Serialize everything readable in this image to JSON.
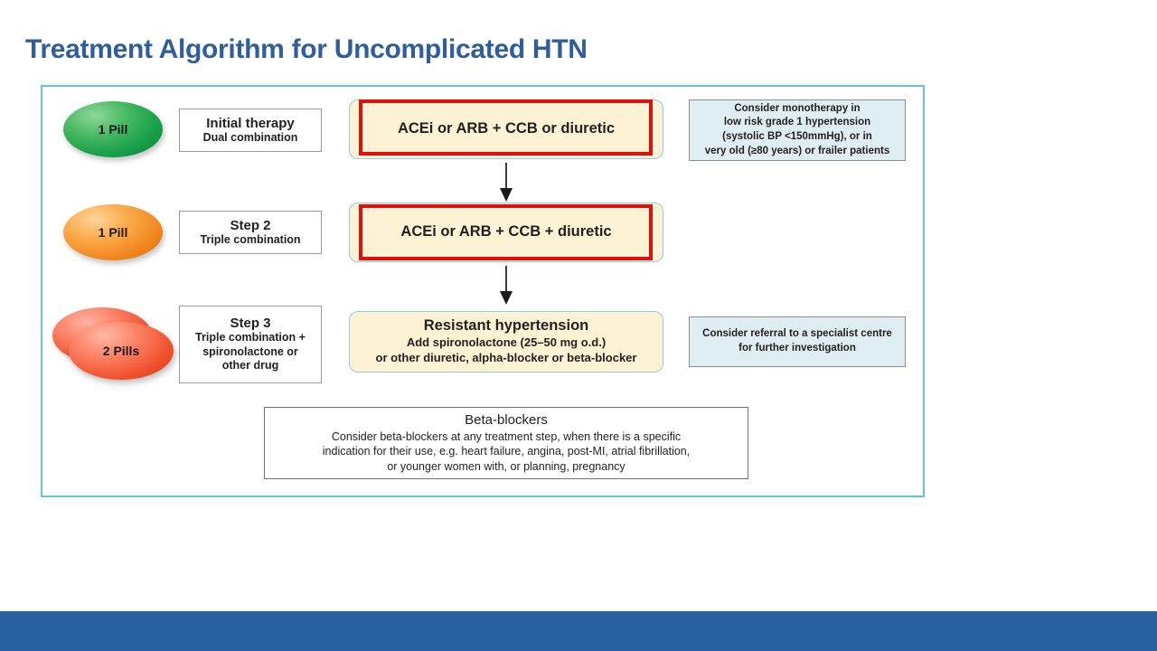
{
  "slide": {
    "title": "Treatment Algorithm for Uncomplicated HTN",
    "title_color": "#2E5E9E",
    "frame_border_color": "#62C6D8",
    "footer_color": "#2860A0"
  },
  "rows": [
    {
      "pill": {
        "label": "1 Pill",
        "color": "#18a04a",
        "shape": "single-ellipse"
      },
      "step": {
        "title": "Initial therapy",
        "subtitle": "Dual combination"
      },
      "treatment": {
        "main": "ACEi or ARB + CCB or diuretic",
        "highlighted": true,
        "highlight_color": "#e10e0e",
        "fill": "#fdf3d4"
      },
      "note": {
        "lines": [
          "Consider monotherapy in",
          "low risk grade 1 hypertension",
          "(systolic BP <150mmHg), or in",
          "very old (≥80 years) or frailer patients"
        ],
        "fill": "#dfeef2"
      }
    },
    {
      "pill": {
        "label": "1 Pill",
        "color": "#f2871f",
        "shape": "single-ellipse"
      },
      "step": {
        "title": "Step 2",
        "subtitle": "Triple combination"
      },
      "treatment": {
        "main": "ACEi or ARB + CCB + diuretic",
        "highlighted": true,
        "highlight_color": "#e10e0e",
        "fill": "#fdf3d4"
      },
      "note": null
    },
    {
      "pill": {
        "label": "2 Pills",
        "color": "#f04f2c",
        "shape": "double-ellipse"
      },
      "step": {
        "title": "Step 3",
        "subtitle_lines": [
          "Triple combination +",
          "spironolactone or",
          "other drug"
        ]
      },
      "treatment": {
        "main": "Resistant hypertension",
        "sub_lines": [
          "Add spironolactone (25–50 mg o.d.)",
          "or other diuretic, alpha-blocker or beta-blocker"
        ],
        "highlighted": false,
        "fill": "#fdf3d4"
      },
      "note": {
        "lines": [
          "Consider referral to a specialist centre",
          "for further investigation"
        ],
        "fill": "#dfeef2"
      }
    }
  ],
  "beta_blockers": {
    "title": "Beta-blockers",
    "lines": [
      "Consider beta-blockers at any treatment step, when there is a specific",
      "indication for their use, e.g. heart failure, angina, post-MI, atrial fibrillation,",
      "or younger women with, or planning, pregnancy"
    ]
  },
  "arrows": [
    {
      "name": "arrow-step1-to-step2",
      "direction": "down"
    },
    {
      "name": "arrow-step2-to-step3",
      "direction": "down"
    }
  ]
}
